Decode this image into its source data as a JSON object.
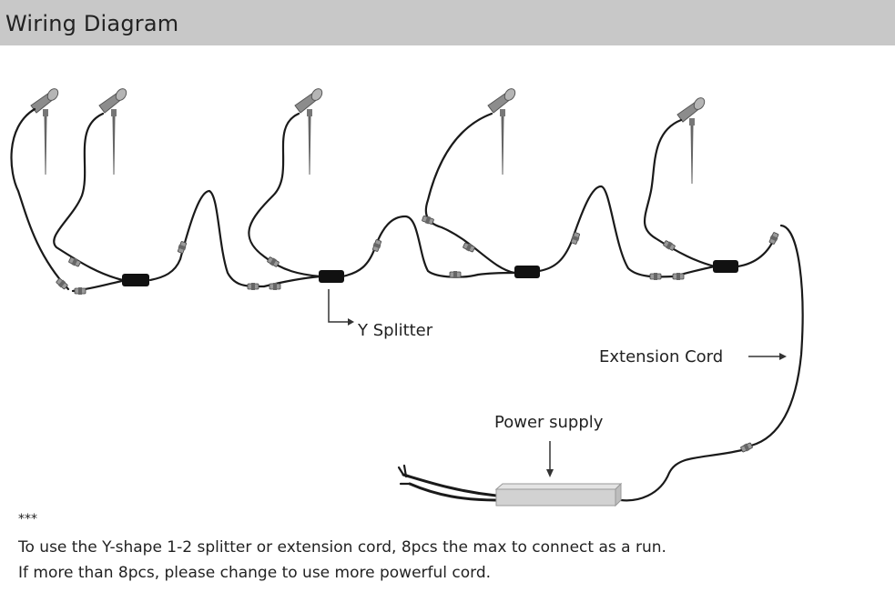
{
  "header": {
    "title": "Wiring Diagram"
  },
  "diagram": {
    "labels": {
      "y_splitter": "Y Splitter",
      "extension_cord": "Extension Cord",
      "power_supply": "Power supply"
    }
  },
  "notes": {
    "stars": "***",
    "line1": "To use the Y-shape 1-2 splitter or extension cord, 8pcs the max to connect as a run.",
    "line2": "If more than 8pcs, please change to use more powerful cord."
  },
  "colors": {
    "header_bg": "#c8c8c8",
    "wire": "#1a1a1a",
    "lamp": "#8c8c8c",
    "power_supply": "#d2d2d2"
  }
}
